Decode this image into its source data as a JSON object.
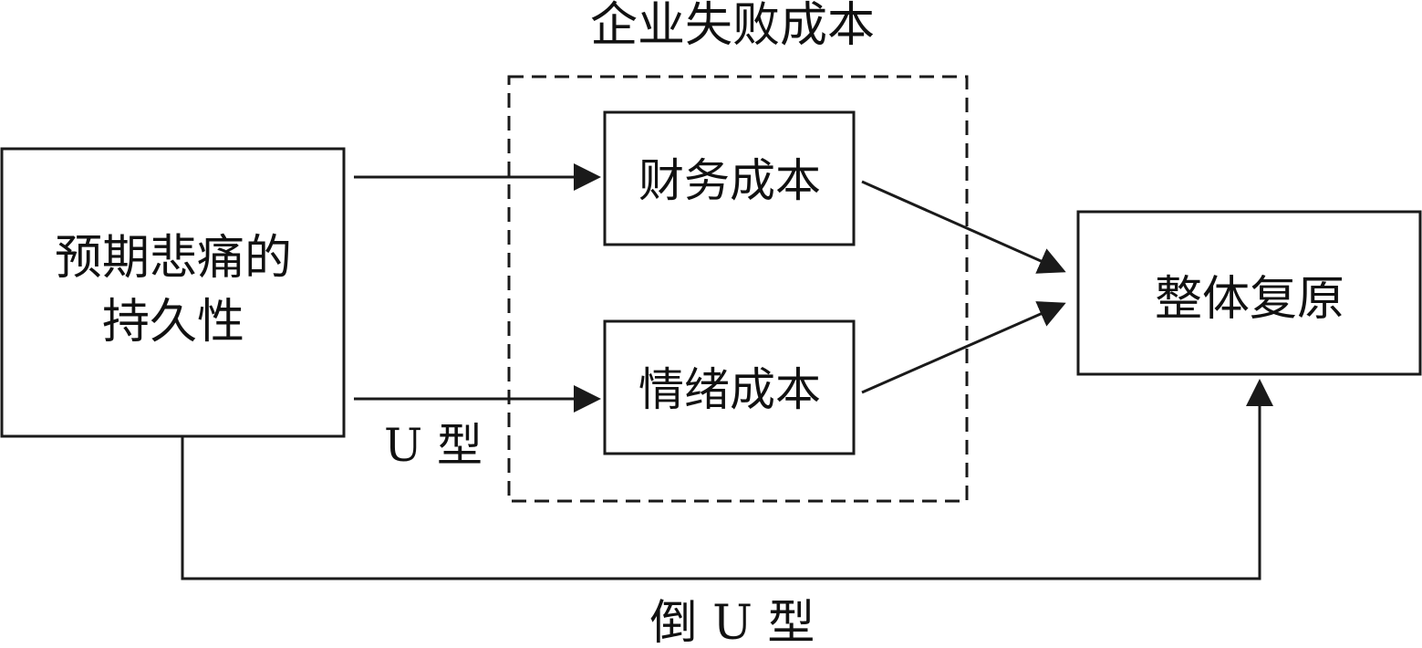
{
  "group": {
    "title": "企业失败成本"
  },
  "nodes": {
    "source": {
      "line1": "预期悲痛的",
      "line2": "持久性"
    },
    "financial_cost": "财务成本",
    "emotional_cost": "情绪成本",
    "outcome": "整体复原"
  },
  "edges": {
    "u_shape_label": "U 型",
    "inverted_u_label": "倒 U 型"
  },
  "colors": {
    "stroke": "#1a1a1a",
    "background": "#ffffff",
    "text": "#111111"
  }
}
